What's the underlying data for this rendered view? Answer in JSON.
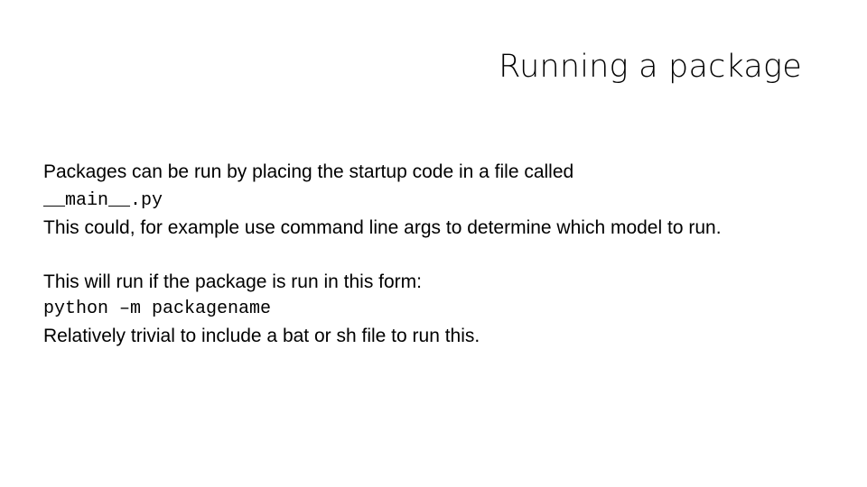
{
  "slide": {
    "title": "Running a package",
    "background_color": "#ffffff",
    "text_color": "#000000",
    "body": {
      "paragraph_1_text": "Packages can be run by placing the startup code in a file called",
      "paragraph_1_code": "__main__.py",
      "paragraph_2": "This could, for example use command line args to determine which model to run.",
      "paragraph_3": "This will run if the package is run in this form:",
      "code_line": "python –m packagename",
      "paragraph_4": "Relatively trivial to include a bat or sh file to run this."
    }
  }
}
